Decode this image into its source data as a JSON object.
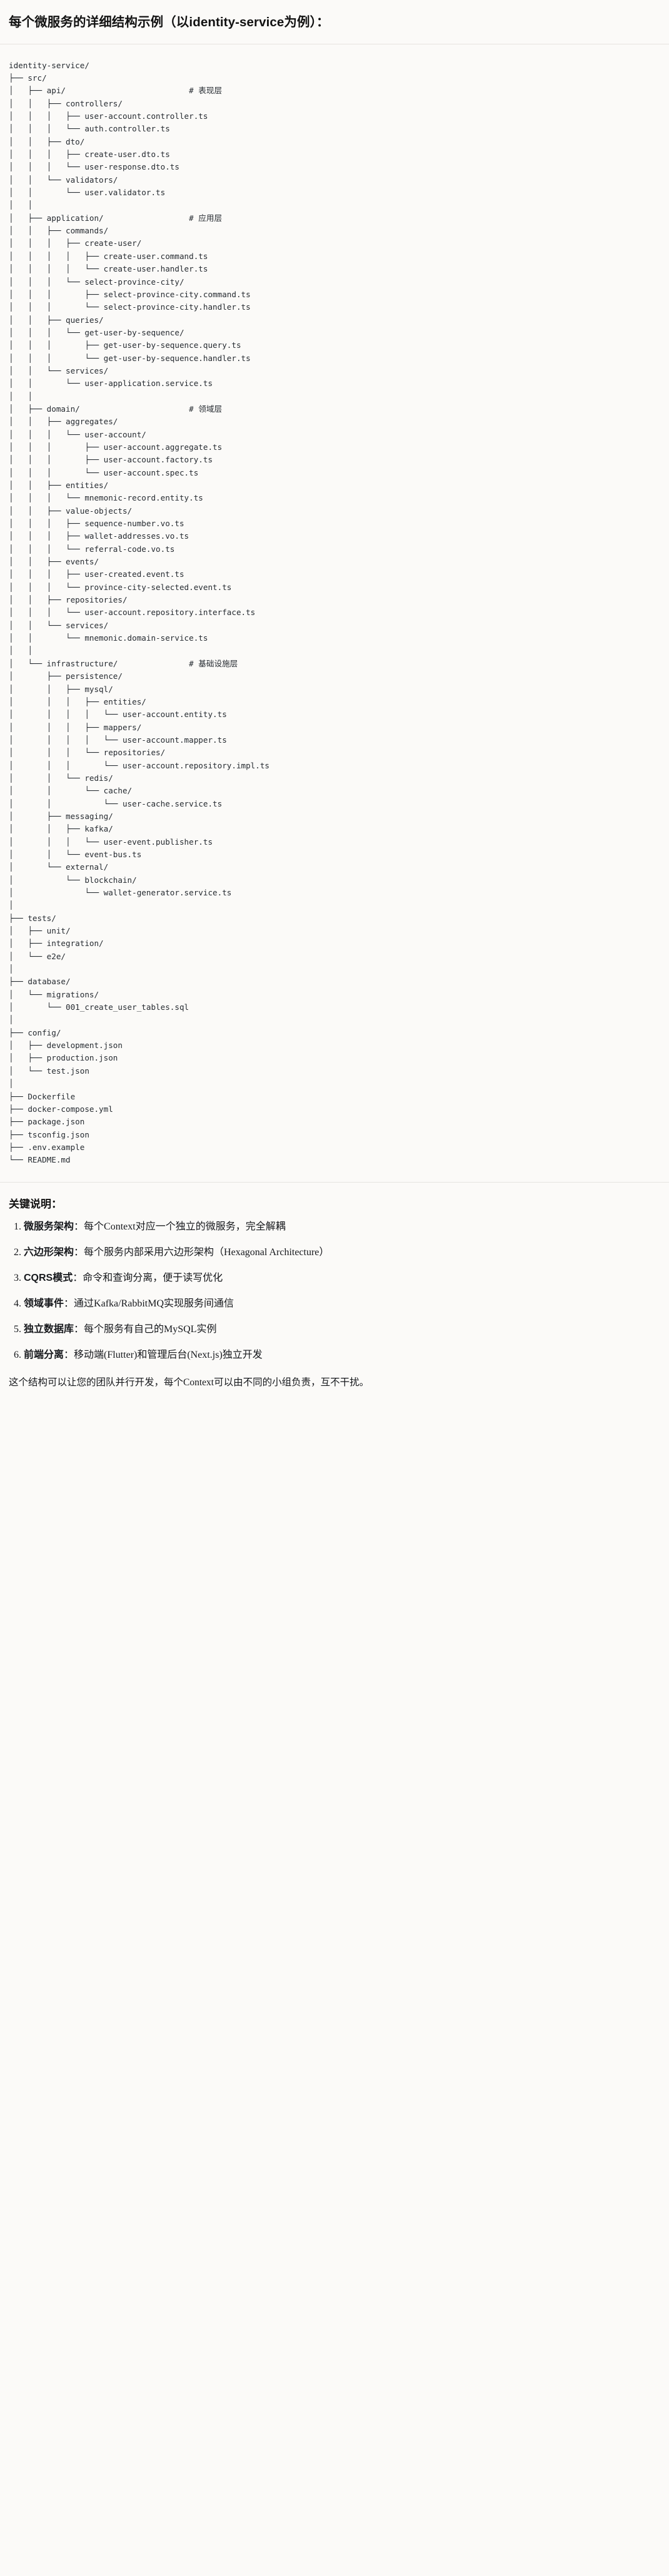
{
  "header": {
    "title": "每个微服务的详细结构示例（以identity-service为例）："
  },
  "tree": {
    "root_label": "identity-service/",
    "comment_prefix": "#",
    "layer_comments": [
      "# 表现层",
      "# 应用层",
      "# 领域层",
      "# 基础设施层"
    ],
    "text": "identity-service/\n├── src/\n│   ├── api/                          # 表现层\n│   │   ├── controllers/\n│   │   │   ├── user-account.controller.ts\n│   │   │   └── auth.controller.ts\n│   │   ├── dto/\n│   │   │   ├── create-user.dto.ts\n│   │   │   └── user-response.dto.ts\n│   │   └── validators/\n│   │       └── user.validator.ts\n│   │\n│   ├── application/                  # 应用层\n│   │   ├── commands/\n│   │   │   ├── create-user/\n│   │   │   │   ├── create-user.command.ts\n│   │   │   │   └── create-user.handler.ts\n│   │   │   └── select-province-city/\n│   │   │       ├── select-province-city.command.ts\n│   │   │       └── select-province-city.handler.ts\n│   │   ├── queries/\n│   │   │   └── get-user-by-sequence/\n│   │   │       ├── get-user-by-sequence.query.ts\n│   │   │       └── get-user-by-sequence.handler.ts\n│   │   └── services/\n│   │       └── user-application.service.ts\n│   │\n│   ├── domain/                       # 领域层\n│   │   ├── aggregates/\n│   │   │   └── user-account/\n│   │   │       ├── user-account.aggregate.ts\n│   │   │       ├── user-account.factory.ts\n│   │   │       └── user-account.spec.ts\n│   │   ├── entities/\n│   │   │   └── mnemonic-record.entity.ts\n│   │   ├── value-objects/\n│   │   │   ├── sequence-number.vo.ts\n│   │   │   ├── wallet-addresses.vo.ts\n│   │   │   └── referral-code.vo.ts\n│   │   ├── events/\n│   │   │   ├── user-created.event.ts\n│   │   │   └── province-city-selected.event.ts\n│   │   ├── repositories/\n│   │   │   └── user-account.repository.interface.ts\n│   │   └── services/\n│   │       └── mnemonic.domain-service.ts\n│   │\n│   └── infrastructure/               # 基础设施层\n│       ├── persistence/\n│       │   ├── mysql/\n│       │   │   ├── entities/\n│       │   │   │   └── user-account.entity.ts\n│       │   │   ├── mappers/\n│       │   │   │   └── user-account.mapper.ts\n│       │   │   └── repositories/\n│       │   │       └── user-account.repository.impl.ts\n│       │   └── redis/\n│       │       └── cache/\n│       │           └── user-cache.service.ts\n│       ├── messaging/\n│       │   ├── kafka/\n│       │   │   └── user-event.publisher.ts\n│       │   └── event-bus.ts\n│       └── external/\n│           └── blockchain/\n│               └── wallet-generator.service.ts\n│\n├── tests/\n│   ├── unit/\n│   ├── integration/\n│   └── e2e/\n│\n├── database/\n│   └── migrations/\n│       └── 001_create_user_tables.sql\n│\n├── config/\n│   ├── development.json\n│   ├── production.json\n│   └── test.json\n│\n├── Dockerfile\n├── docker-compose.yml\n├── package.json\n├── tsconfig.json\n├── .env.example\n└── README.md"
  },
  "keypoints": {
    "title": "关键说明：",
    "items": [
      {
        "term": "微服务架构",
        "sep": "：",
        "desc": "每个Context对应一个独立的微服务，完全解耦"
      },
      {
        "term": "六边形架构",
        "sep": "：",
        "desc": "每个服务内部采用六边形架构（Hexagonal Architecture）"
      },
      {
        "term": "CQRS模式",
        "sep": "：",
        "desc": "命令和查询分离，便于读写优化"
      },
      {
        "term": "领域事件",
        "sep": "：",
        "desc": "通过Kafka/RabbitMQ实现服务间通信"
      },
      {
        "term": "独立数据库",
        "sep": "：",
        "desc": "每个服务有自己的MySQL实例"
      },
      {
        "term": "前端分离",
        "sep": "：",
        "desc": "移动端(Flutter)和管理后台(Next.js)独立开发"
      }
    ]
  },
  "footnote": {
    "text": "这个结构可以让您的团队并行开发，每个Context可以由不同的小组负责，互不干扰。"
  },
  "colors": {
    "page_background": "#fbfaf8",
    "text": "#121212",
    "code_text": "#262b31",
    "divider": "#e6e4e0"
  }
}
